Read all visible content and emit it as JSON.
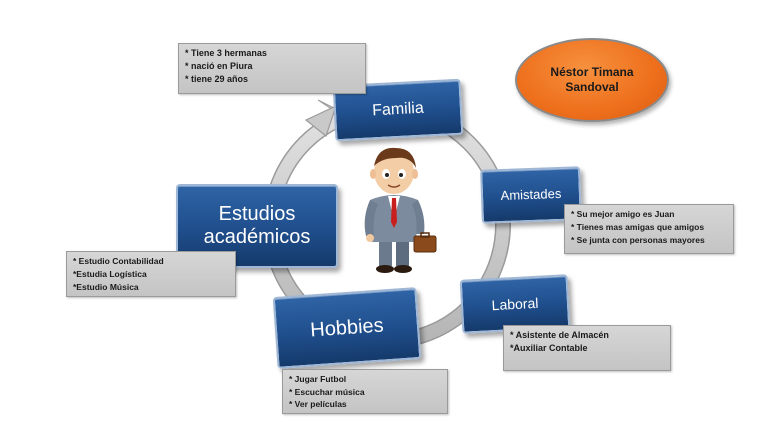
{
  "name": {
    "line1": "Néstor Timana",
    "line2": "Sandoval"
  },
  "nodes": {
    "familia": "Familia",
    "amistades": "Amistades",
    "laboral": "Laboral",
    "hobbies": "Hobbies",
    "estudios_line1": "Estudios",
    "estudios_line2": "académicos"
  },
  "notes": {
    "familia": [
      "* Tiene 3 hermanas",
      "* nació en Piura",
      "* tiene 29 años"
    ],
    "amistades": [
      "* Su mejor amigo es Juan",
      "* Tienes mas amigas que amigos",
      "* Se junta con personas mayores"
    ],
    "laboral": [
      "* Asistente de Almacén",
      "*Auxiliar Contable"
    ],
    "hobbies": [
      "* Jugar Futbol",
      "* Escuchar música",
      "* Ver películas"
    ],
    "estudios": [
      "* Estudio Contabilidad",
      "*Estudia Logística",
      "*Estudio Música"
    ]
  },
  "colors": {
    "node": "#1f4e8c",
    "oval": "#ee6f1c",
    "note": "#c8c8c8",
    "ring": "#c9c9c9"
  },
  "icons": {
    "center": "businessman-icon"
  }
}
